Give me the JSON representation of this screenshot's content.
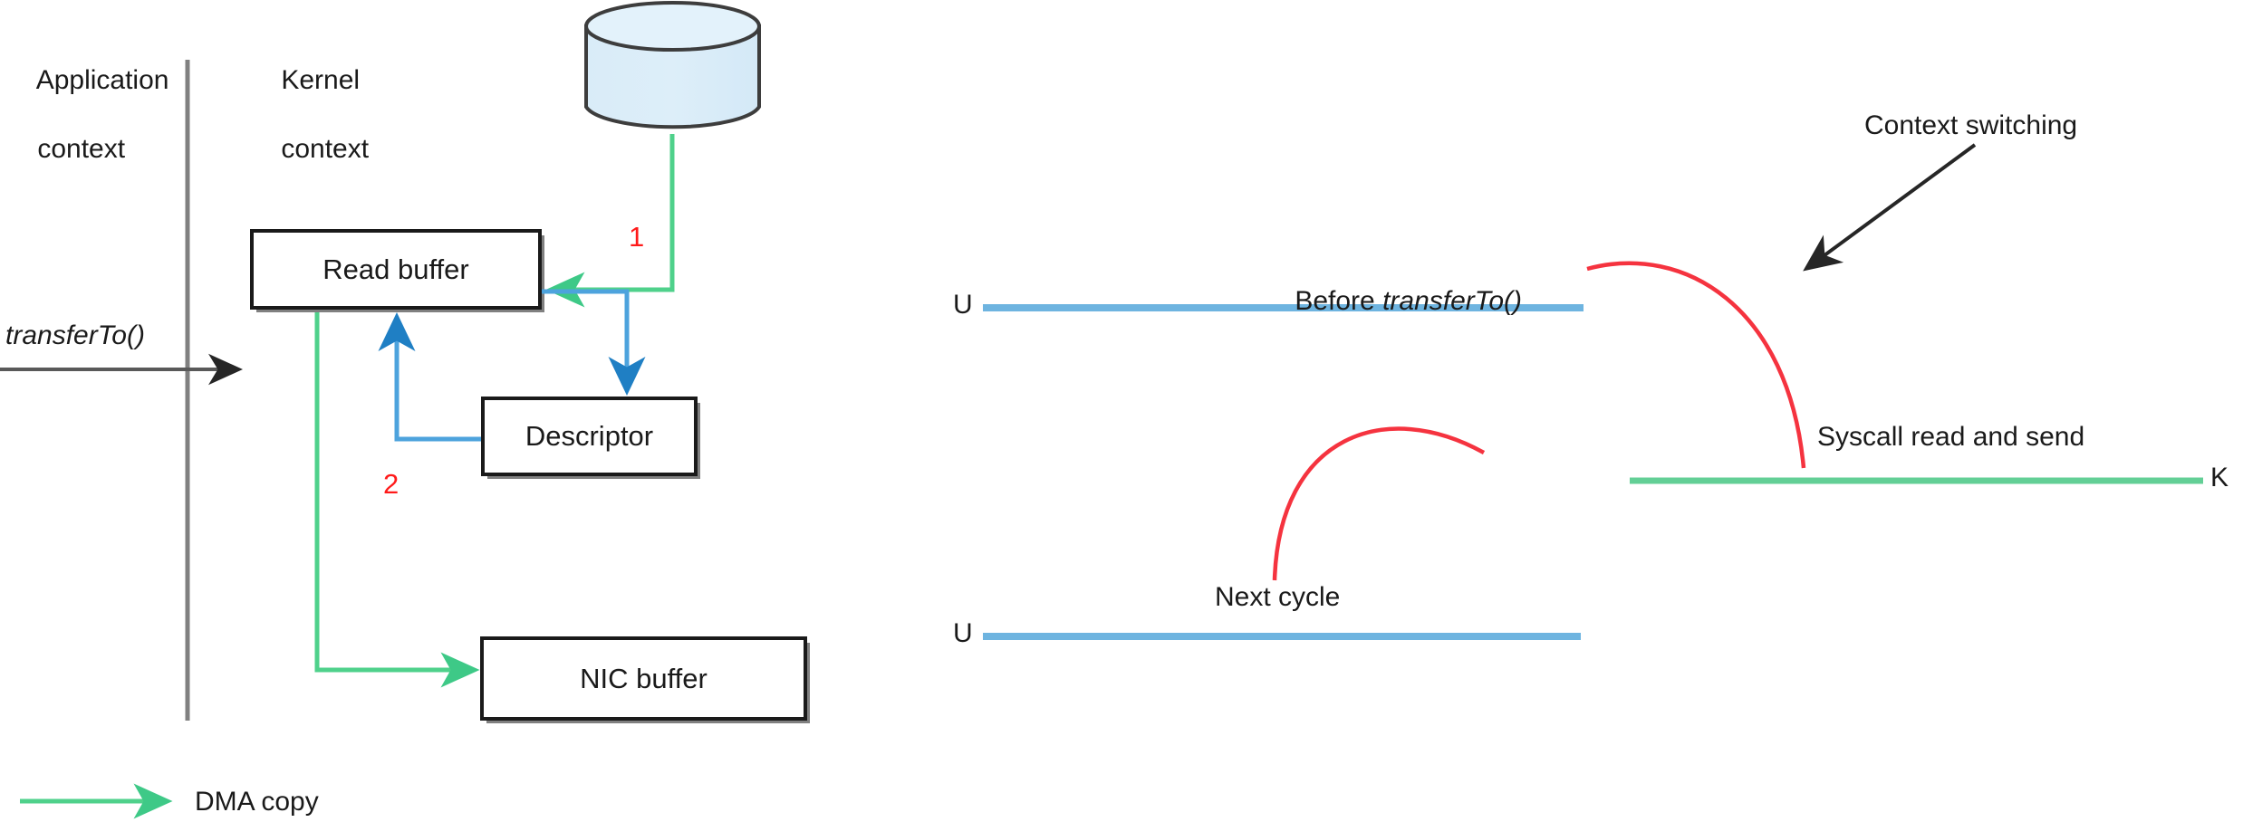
{
  "diagram": {
    "title": "Zero-copy transferTo() data path and context switching",
    "left_panel": {
      "context_labels": [
        {
          "name": "application-context",
          "text": "Application\ncontext",
          "line1": "Application",
          "line2": "context"
        },
        {
          "name": "kernel-context",
          "text": "Kernel\ncontext",
          "line1": "Kernel",
          "line2": "context"
        }
      ],
      "syscall_label": "transferTo()",
      "boxes": [
        {
          "id": "read-buffer",
          "label": "Read buffer"
        },
        {
          "id": "descriptor",
          "label": "Descriptor"
        },
        {
          "id": "nic-buffer",
          "label": "NIC buffer"
        }
      ],
      "storage": {
        "id": "disk-cylinder",
        "label": ""
      },
      "step_numbers": [
        {
          "id": "step-1",
          "label": "1"
        },
        {
          "id": "step-2",
          "label": "2"
        }
      ],
      "legend": {
        "arrow_label": "DMA copy"
      }
    },
    "right_panel": {
      "annotations": [
        {
          "id": "context-switching",
          "label": "Context switching"
        },
        {
          "id": "before-transferto",
          "label_prefix": "Before ",
          "label_italic": "transferTo()"
        },
        {
          "id": "syscall-read-and-send",
          "label": "Syscall read and send"
        },
        {
          "id": "next-cycle",
          "label": "Next cycle"
        }
      ],
      "mode_markers": [
        {
          "id": "user-mode-top",
          "label": "U"
        },
        {
          "id": "kernel-mode",
          "label": "K"
        },
        {
          "id": "user-mode-bottom",
          "label": "U"
        }
      ]
    }
  },
  "colors": {
    "dma_green": "#4fd18b",
    "blue_arrow": "#4da3dd",
    "user_line_blue": "#6eb4e0",
    "kernel_line_green": "#63cf96",
    "switch_red": "#f5333f",
    "step_red": "#ff1a1a",
    "box_stroke": "#1a1a1a",
    "box_shadow": "#808080",
    "divider_gray": "#808080",
    "cylinder_fill": "#ddeef9",
    "text_dark": "#1a1a1a"
  }
}
